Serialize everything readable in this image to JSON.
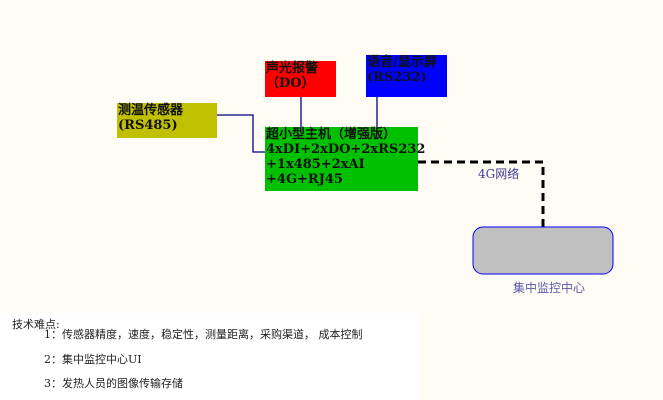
{
  "nodes": {
    "sensor": {
      "line1": "测温传感器",
      "line2": "(RS485)",
      "color": "#c0c000"
    },
    "alarm": {
      "line1": "声光报警",
      "line2": "（DO）",
      "color": "#ff0000"
    },
    "display": {
      "line1": "语音/显示屏",
      "line2": "(RS232)",
      "color": "#0000ff"
    },
    "host": {
      "line1": "超小型主机（增强版）",
      "line2": "4xDI+2xDO+2xRS232",
      "line3": "+1x485+2xAI",
      "line4": "+4G+RJ45",
      "color": "#00c000"
    },
    "center": {
      "label": "集中监控中心",
      "color": "#c0c0c0"
    }
  },
  "edges": {
    "network_label": "4G网络"
  },
  "notes": {
    "title": "技术难点:",
    "items": [
      "1：传感器精度，速度，稳定性，测量距离，采购渠道， 成本控制",
      "2：集中监控中心UI",
      "3：发热人员的图像传输存储"
    ]
  }
}
